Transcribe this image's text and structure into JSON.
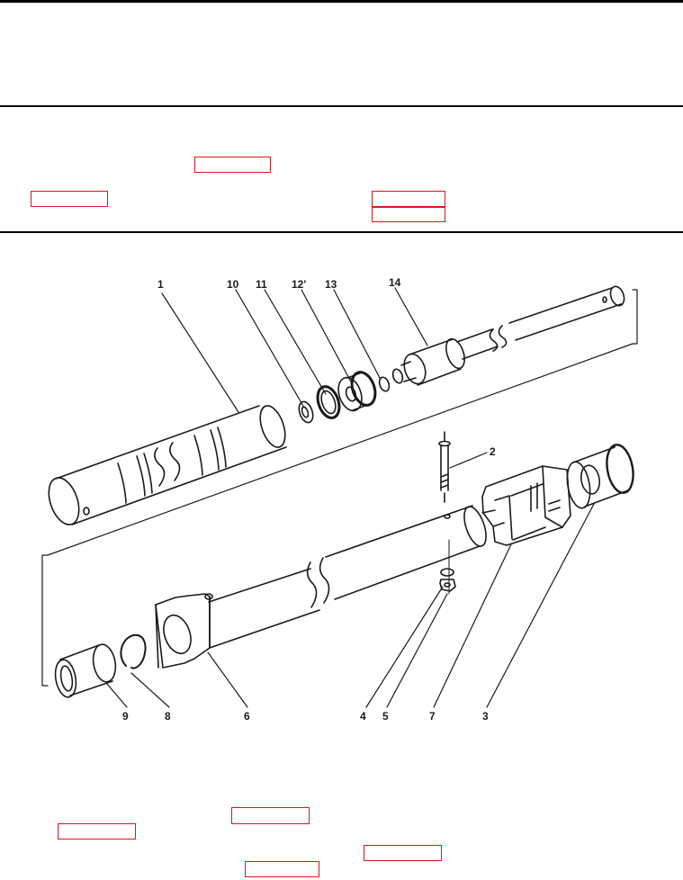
{
  "document": {
    "header_text": "",
    "reference_box_color": "#d7191f",
    "reference_boxes_top": [
      "",
      "",
      "",
      ""
    ],
    "reference_boxes_bottom": [
      "",
      "",
      "",
      ""
    ]
  },
  "figure": {
    "callouts": [
      {
        "id": "c1",
        "label": "1"
      },
      {
        "id": "c10",
        "label": "10"
      },
      {
        "id": "c11",
        "label": "11"
      },
      {
        "id": "c12",
        "label": "12'"
      },
      {
        "id": "c13",
        "label": "13"
      },
      {
        "id": "c14",
        "label": "14"
      },
      {
        "id": "c2",
        "label": "2"
      },
      {
        "id": "c9",
        "label": "9"
      },
      {
        "id": "c8",
        "label": "8"
      },
      {
        "id": "c6",
        "label": "6"
      },
      {
        "id": "c4",
        "label": "4"
      },
      {
        "id": "c5",
        "label": "5"
      },
      {
        "id": "c7",
        "label": "7"
      },
      {
        "id": "c3",
        "label": "3"
      }
    ]
  }
}
